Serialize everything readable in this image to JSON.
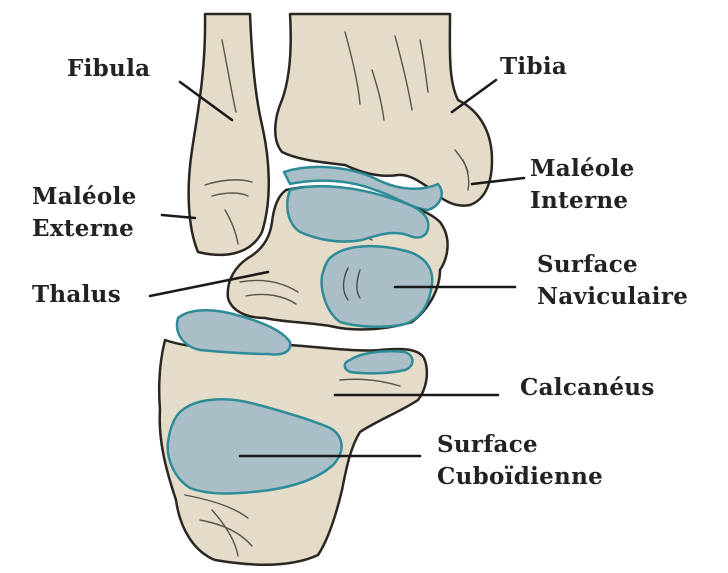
{
  "colors": {
    "bone_fill": "#e4dbc8",
    "bone_stroke": "#2a2622",
    "articular_fill": "#a9bec6",
    "articular_stroke": "#2e8b98",
    "leader_line": "#1a1a1a",
    "text": "#222222"
  },
  "labels": {
    "fibula": "Fibula",
    "tibia": "Tibia",
    "maleole_interne_1": "Maléole",
    "maleole_interne_2": "Interne",
    "maleole_externe_1": "Maléole",
    "maleole_externe_2": "Externe",
    "thalus": "Thalus",
    "surface_naviculaire_1": "Surface",
    "surface_naviculaire_2": "Naviculaire",
    "calcaneus": "Calcanéus",
    "surface_cuboidienne_1": "Surface",
    "surface_cuboidienne_2": "Cuboïdienne"
  }
}
